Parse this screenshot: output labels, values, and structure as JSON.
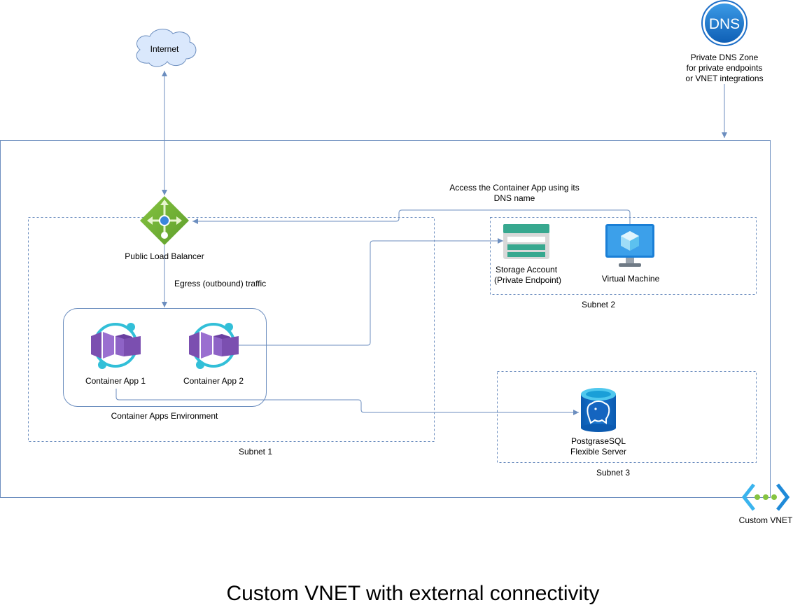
{
  "title": "Custom VNET with external connectivity",
  "internet": {
    "label": "Internet"
  },
  "dns": {
    "icon_text": "DNS",
    "lines": [
      "Private DNS Zone",
      "for private endpoints",
      "or VNET integrations"
    ]
  },
  "vnet": {
    "label": "Custom VNET"
  },
  "load_balancer": {
    "label": "Public  Load Balancer"
  },
  "egress_label": "Egress (outbound) traffic",
  "access_label": [
    "Access the Container App using its",
    "DNS name"
  ],
  "container_env": {
    "label": "Container Apps Environment"
  },
  "container_app_1": {
    "label": "Container App 1"
  },
  "container_app_2": {
    "label": "Container App 2"
  },
  "storage": {
    "lines": [
      "Storage Account",
      "(Private Endpoint)"
    ]
  },
  "vm": {
    "label": "Virtual Machine"
  },
  "postgres": {
    "lines": [
      "PostgraseSQL",
      "Flexible Server"
    ]
  },
  "subnets": {
    "s1": "Subnet 1",
    "s2": "Subnet 2",
    "s3": "Subnet 3"
  },
  "colors": {
    "connector": "#6c8ebf",
    "lb_green": "#7cb342",
    "container_purple": "#7b4fb0",
    "teal": "#32bfd8",
    "azure_blue": "#0078d4",
    "storage_teal": "#37a88f"
  }
}
